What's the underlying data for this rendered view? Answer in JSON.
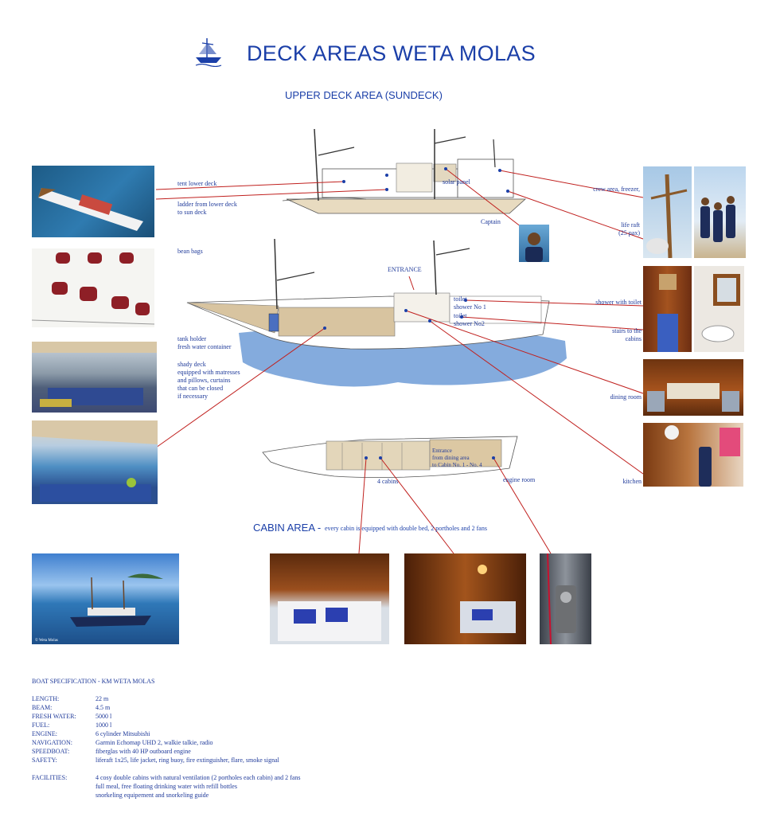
{
  "header": {
    "title": "DECK AREAS WETA  MOLAS",
    "upper_deck_heading": "UPPER DECK AREA (SUNDECK)",
    "cabin_heading": "CABIN AREA -",
    "cabin_note": "every cabin is equipped with double bed, 2 portholes and 2 fans"
  },
  "labels": {
    "tent_lower_deck": "tent lower deck",
    "ladder_1": "ladder from lower deck",
    "ladder_2": "to sun deck",
    "solar_panel": "solar panel",
    "captain": "Captain",
    "crew_area": "crew area, freezer,",
    "life_raft_1": "life raft",
    "life_raft_2": "(25 pax)",
    "bean_bags": "bean bags",
    "entrance": "ENTRANCE",
    "toilet_1": "toilet",
    "shower_1": "shower No 1",
    "toilet_2": "toilet",
    "shower_2": "shower No2",
    "shower_with_toilet": "shower with toilet",
    "stairs_1": "stairs to the",
    "stairs_2": "cabins",
    "tank_1": "tank holder",
    "tank_2": "fresh water container",
    "shady_1": "shady deck",
    "shady_2": "equipped with matresses",
    "shady_3": "and pillows, curtains",
    "shady_4": "that can be closed",
    "shady_5": "if necessary",
    "dining_room": "dining room",
    "kitchen": "kitchen",
    "entrance_cab_1": "Entrance",
    "entrance_cab_2": "from dining area",
    "entrance_cab_3": "to Cabin No. 1 - No. 4",
    "cabins": "4 cabins",
    "engine_room": "engine room"
  },
  "photo_credit": "© Weta Molas",
  "specs": {
    "title": "BOAT SPECIFICATION - KM WETA MOLAS",
    "rows": [
      {
        "k": "LENGTH:",
        "v": "22 m"
      },
      {
        "k": "BEAM:",
        "v": "4.5 m"
      },
      {
        "k": "FRESH WATER:",
        "v": "5000 l"
      },
      {
        "k": "FUEL:",
        "v": "1000 l"
      },
      {
        "k": "ENGINE:",
        "v": "6 cylinder Mitsubishi"
      },
      {
        "k": "NAVIGATION:",
        "v": "Garmin Echomap UHD 2, walkie talkie, radio"
      },
      {
        "k": "SPEEDBOAT:",
        "v": "fiberglas with 40 HP outboard engine"
      },
      {
        "k": "SAFETY:",
        "v": "liferaft 1x25, life jacket, ring buoy, fire extinguisher, flare, smoke signal"
      }
    ],
    "facilities_key": "FACILITIES:",
    "facilities": [
      "4 cosy double cabins with natural ventilation (2 portholes each cabin) and 2 fans",
      "full meal, free floating drinking water with refill bottles",
      "snorkeling equipement and snorkeling guide"
    ]
  },
  "colors": {
    "accent": "#1b3fa8",
    "callout_line": "#c0201e",
    "deck": "#d8c4a0",
    "water": "#5b8fd1"
  },
  "icons": {
    "logo": "sailboat-logo-icon"
  }
}
